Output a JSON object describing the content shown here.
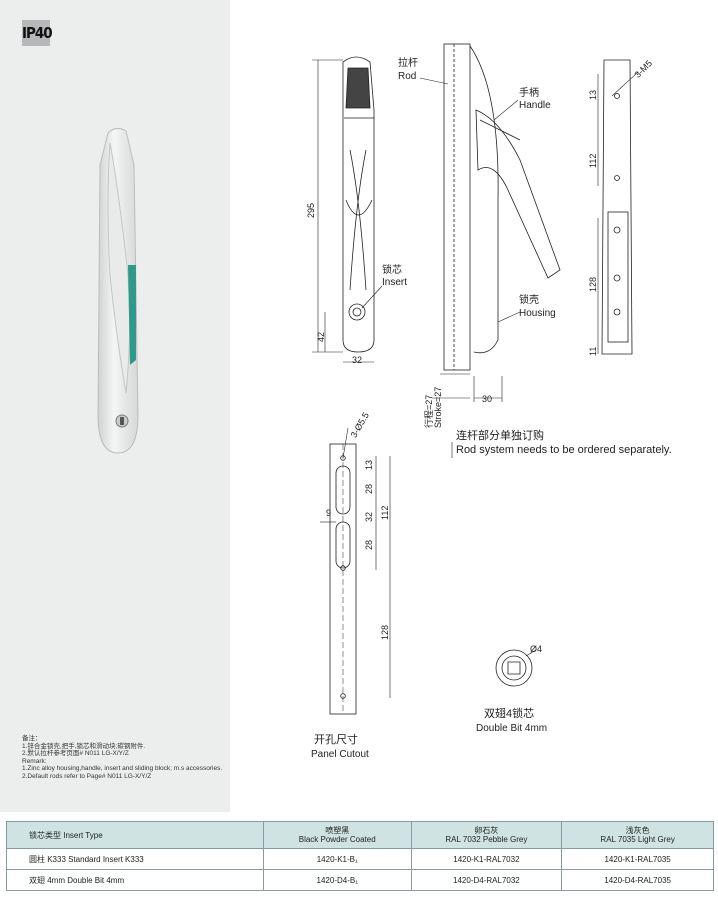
{
  "badge": "IP40",
  "remarks": [
    "备注：",
    "1.锌合金锁壳,把手,锁芯和滑动块;碳钢附件.",
    "2.默认拉杆参考页面# N011  LG-X/Y/Z",
    "Remark:",
    "1.Zinc alloy housing,handle, insert and sliding block; m.s accessories.",
    "2.Default rods refer to Page# N011  LG-X/Y/Z"
  ],
  "labels": {
    "rod_cn": "拉杆",
    "rod_en": "Rod",
    "handle_cn": "手柄",
    "handle_en": "Handle",
    "insert_cn": "锁芯",
    "insert_en": "Insert",
    "housing_cn": "锁壳",
    "housing_en": "Housing",
    "stroke": "行程=27\nStroke=27",
    "note_cn": "连杆部分单独订购",
    "note_en": "Rod system needs to be ordered separately.",
    "cutout_cn": "开孔尺寸",
    "cutout_en": "Panel Cutout",
    "bit_cn": "双翅4锁芯",
    "bit_en": "Double Bit 4mm"
  },
  "dims": {
    "d295": "295",
    "d42": "42",
    "d32": "32",
    "d30": "30",
    "d13": "13",
    "d112": "112",
    "d128": "128",
    "d11": "11",
    "m5": "3-M5",
    "c_hole": "3-Ø5.5",
    "c13": "13",
    "c28a": "28",
    "c32": "32",
    "c28b": "28",
    "c9": "9",
    "c112": "112",
    "c128": "128",
    "phi4": "Ø4"
  },
  "table": {
    "headers": [
      {
        "cn": "锁芯类型 Insert Type",
        "en": ""
      },
      {
        "cn": "喷塑黑",
        "en": "Black Powder Coated"
      },
      {
        "cn": "卵石灰",
        "en": "RAL 7032 Pebble Grey"
      },
      {
        "cn": "浅灰色",
        "en": "RAL 7035 Light Grey"
      }
    ],
    "rows": [
      [
        "圆柱 K333 Standard Insert K333",
        "1420-K1-B₁",
        "1420-K1-RAL7032",
        "1420-K1-RAL7035"
      ],
      [
        "双翅 4mm Double Bit 4mm",
        "1420-D4-B₁",
        "1420-D4-RAL7032",
        "1420-D4-RAL7035"
      ]
    ]
  }
}
